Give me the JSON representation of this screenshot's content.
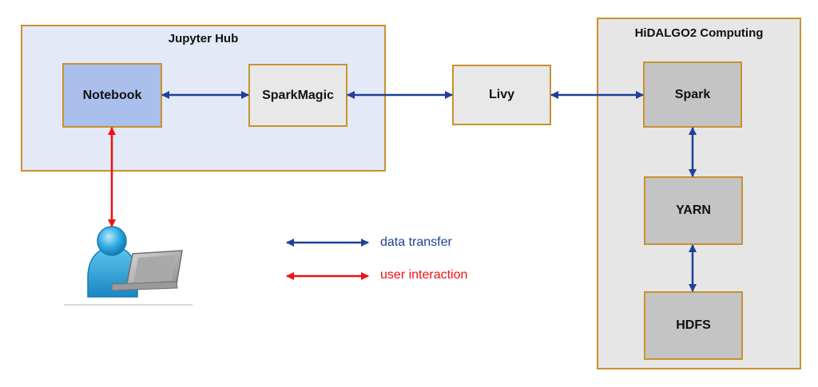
{
  "groups": {
    "jupyter_hub": "Jupyter Hub",
    "computing": "HiDALGO2 Computing"
  },
  "nodes": {
    "notebook": "Notebook",
    "sparkmagic": "SparkMagic",
    "livy": "Livy",
    "spark": "Spark",
    "yarn": "YARN",
    "hdfs": "HDFS"
  },
  "legend": {
    "data_transfer": "data transfer",
    "user_interaction": "user interaction"
  },
  "icons": {
    "user": "user-with-laptop-icon"
  },
  "colors": {
    "data_transfer": "#1f3f9a",
    "user_interaction": "#ee1111",
    "group_border": "#c8922e",
    "jupyter_bg": "#e3e9f7",
    "computing_bg": "#e6e6e6",
    "notebook_bg": "#aabfec",
    "service_bg": "#e8e8e8",
    "cluster_node_bg": "#c4c4c4"
  }
}
